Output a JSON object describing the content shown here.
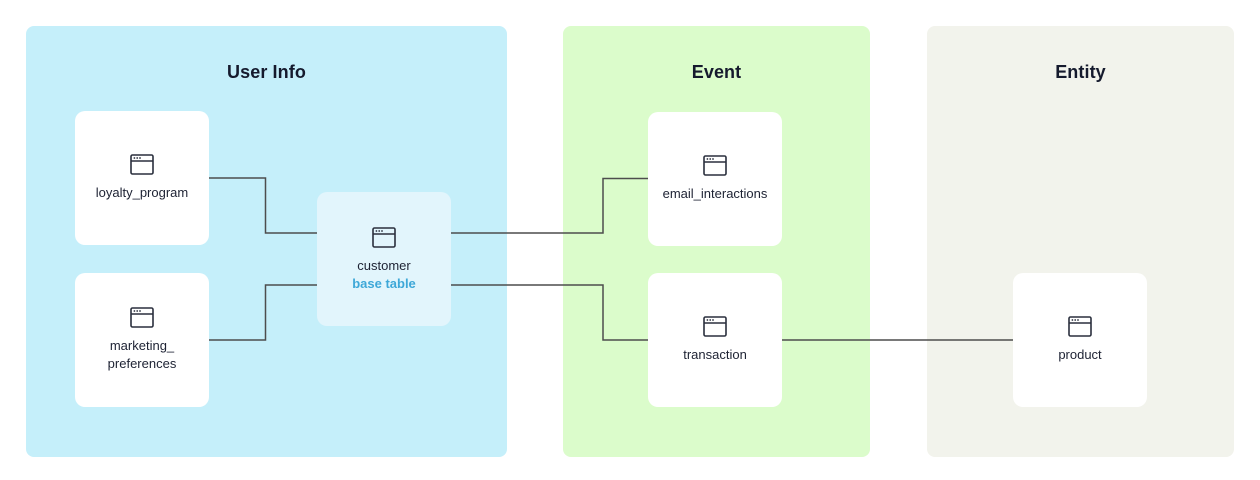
{
  "diagram": {
    "groups": [
      {
        "id": "user-info",
        "title": "User Info",
        "bg": "#c5effa"
      },
      {
        "id": "event",
        "title": "Event",
        "bg": "#dbfccb"
      },
      {
        "id": "entity",
        "title": "Entity",
        "bg": "#f2f3ec"
      }
    ],
    "nodes": [
      {
        "id": "loyalty_program",
        "label": "loyalty_program",
        "group": "user-info"
      },
      {
        "id": "marketing_preferences",
        "label": "marketing_\npreferences",
        "group": "user-info"
      },
      {
        "id": "customer",
        "label": "customer",
        "badge": "base table",
        "group": "user-info",
        "bg": "#e2f5fc"
      },
      {
        "id": "email_interactions",
        "label": "email_interactions",
        "group": "event"
      },
      {
        "id": "transaction",
        "label": "transaction",
        "group": "event"
      },
      {
        "id": "product",
        "label": "product",
        "group": "entity"
      }
    ],
    "edges": [
      {
        "from": "loyalty_program",
        "to": "customer"
      },
      {
        "from": "marketing_preferences",
        "to": "customer"
      },
      {
        "from": "customer",
        "to": "email_interactions"
      },
      {
        "from": "customer",
        "to": "transaction"
      },
      {
        "from": "transaction",
        "to": "product"
      }
    ]
  },
  "colors": {
    "user_info_bg": "#c5effa",
    "event_bg": "#dbfccb",
    "entity_bg": "#f2f3ec",
    "node_bg": "#ffffff",
    "base_table_node_bg": "#e2f5fc",
    "title_text": "#151a2d",
    "label_text": "#1d2233",
    "base_table_text": "#3ea8d8",
    "edge_stroke": "#4d4d4d"
  }
}
